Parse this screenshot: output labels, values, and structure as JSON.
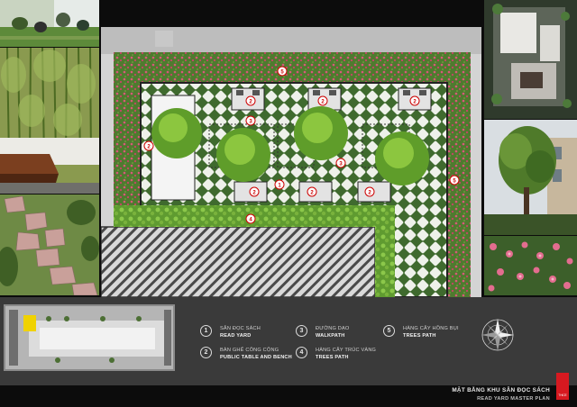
{
  "legend": [
    {
      "num": "1",
      "vi": "SÂN ĐỌC SÁCH",
      "en": "READ YARD"
    },
    {
      "num": "2",
      "vi": "BÀN GHẾ CÔNG CỘNG",
      "en": "PUBLIC TABLE AND BENCH"
    },
    {
      "num": "3",
      "vi": "ĐƯỜNG DẠO",
      "en": "WALKPATH"
    },
    {
      "num": "4",
      "vi": "HÀNG CÂY TRÚC VÀNG",
      "en": "TREES PATH"
    },
    {
      "num": "5",
      "vi": "HÀNG CÂY HỒNG BỤI",
      "en": "TREES PATH"
    }
  ],
  "plan_labels": {
    "read_yard": "1",
    "bench": "2",
    "walkpath": "3",
    "bamboo": "4",
    "rose": "5"
  },
  "title": {
    "vi": "MẶT BẰNG KHU SÂN ĐỌC SÁCH",
    "en": "READ YARD MASTER PLAN"
  },
  "logo": "THiCE",
  "compass_icon": "compass-rose-icon",
  "colors": {
    "background": "#0c0c0c",
    "legend_panel": "#3a3a3a",
    "hedge": "#4f7a2f",
    "rose": "#d9587a",
    "paving": "#e8ede4",
    "brand_red": "#d71920"
  }
}
